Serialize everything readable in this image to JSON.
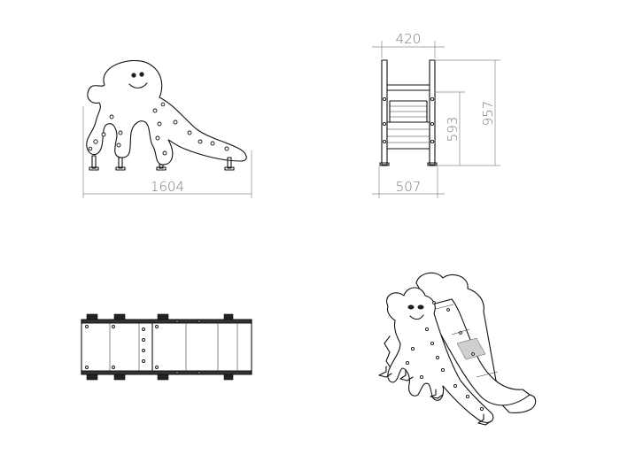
{
  "dimensions": {
    "side_width": "1604",
    "front_top_width": "420",
    "front_base_width": "507",
    "platform_height": "593",
    "total_height": "957"
  },
  "views": [
    "side-view",
    "front-view",
    "top-view",
    "isometric-view"
  ]
}
